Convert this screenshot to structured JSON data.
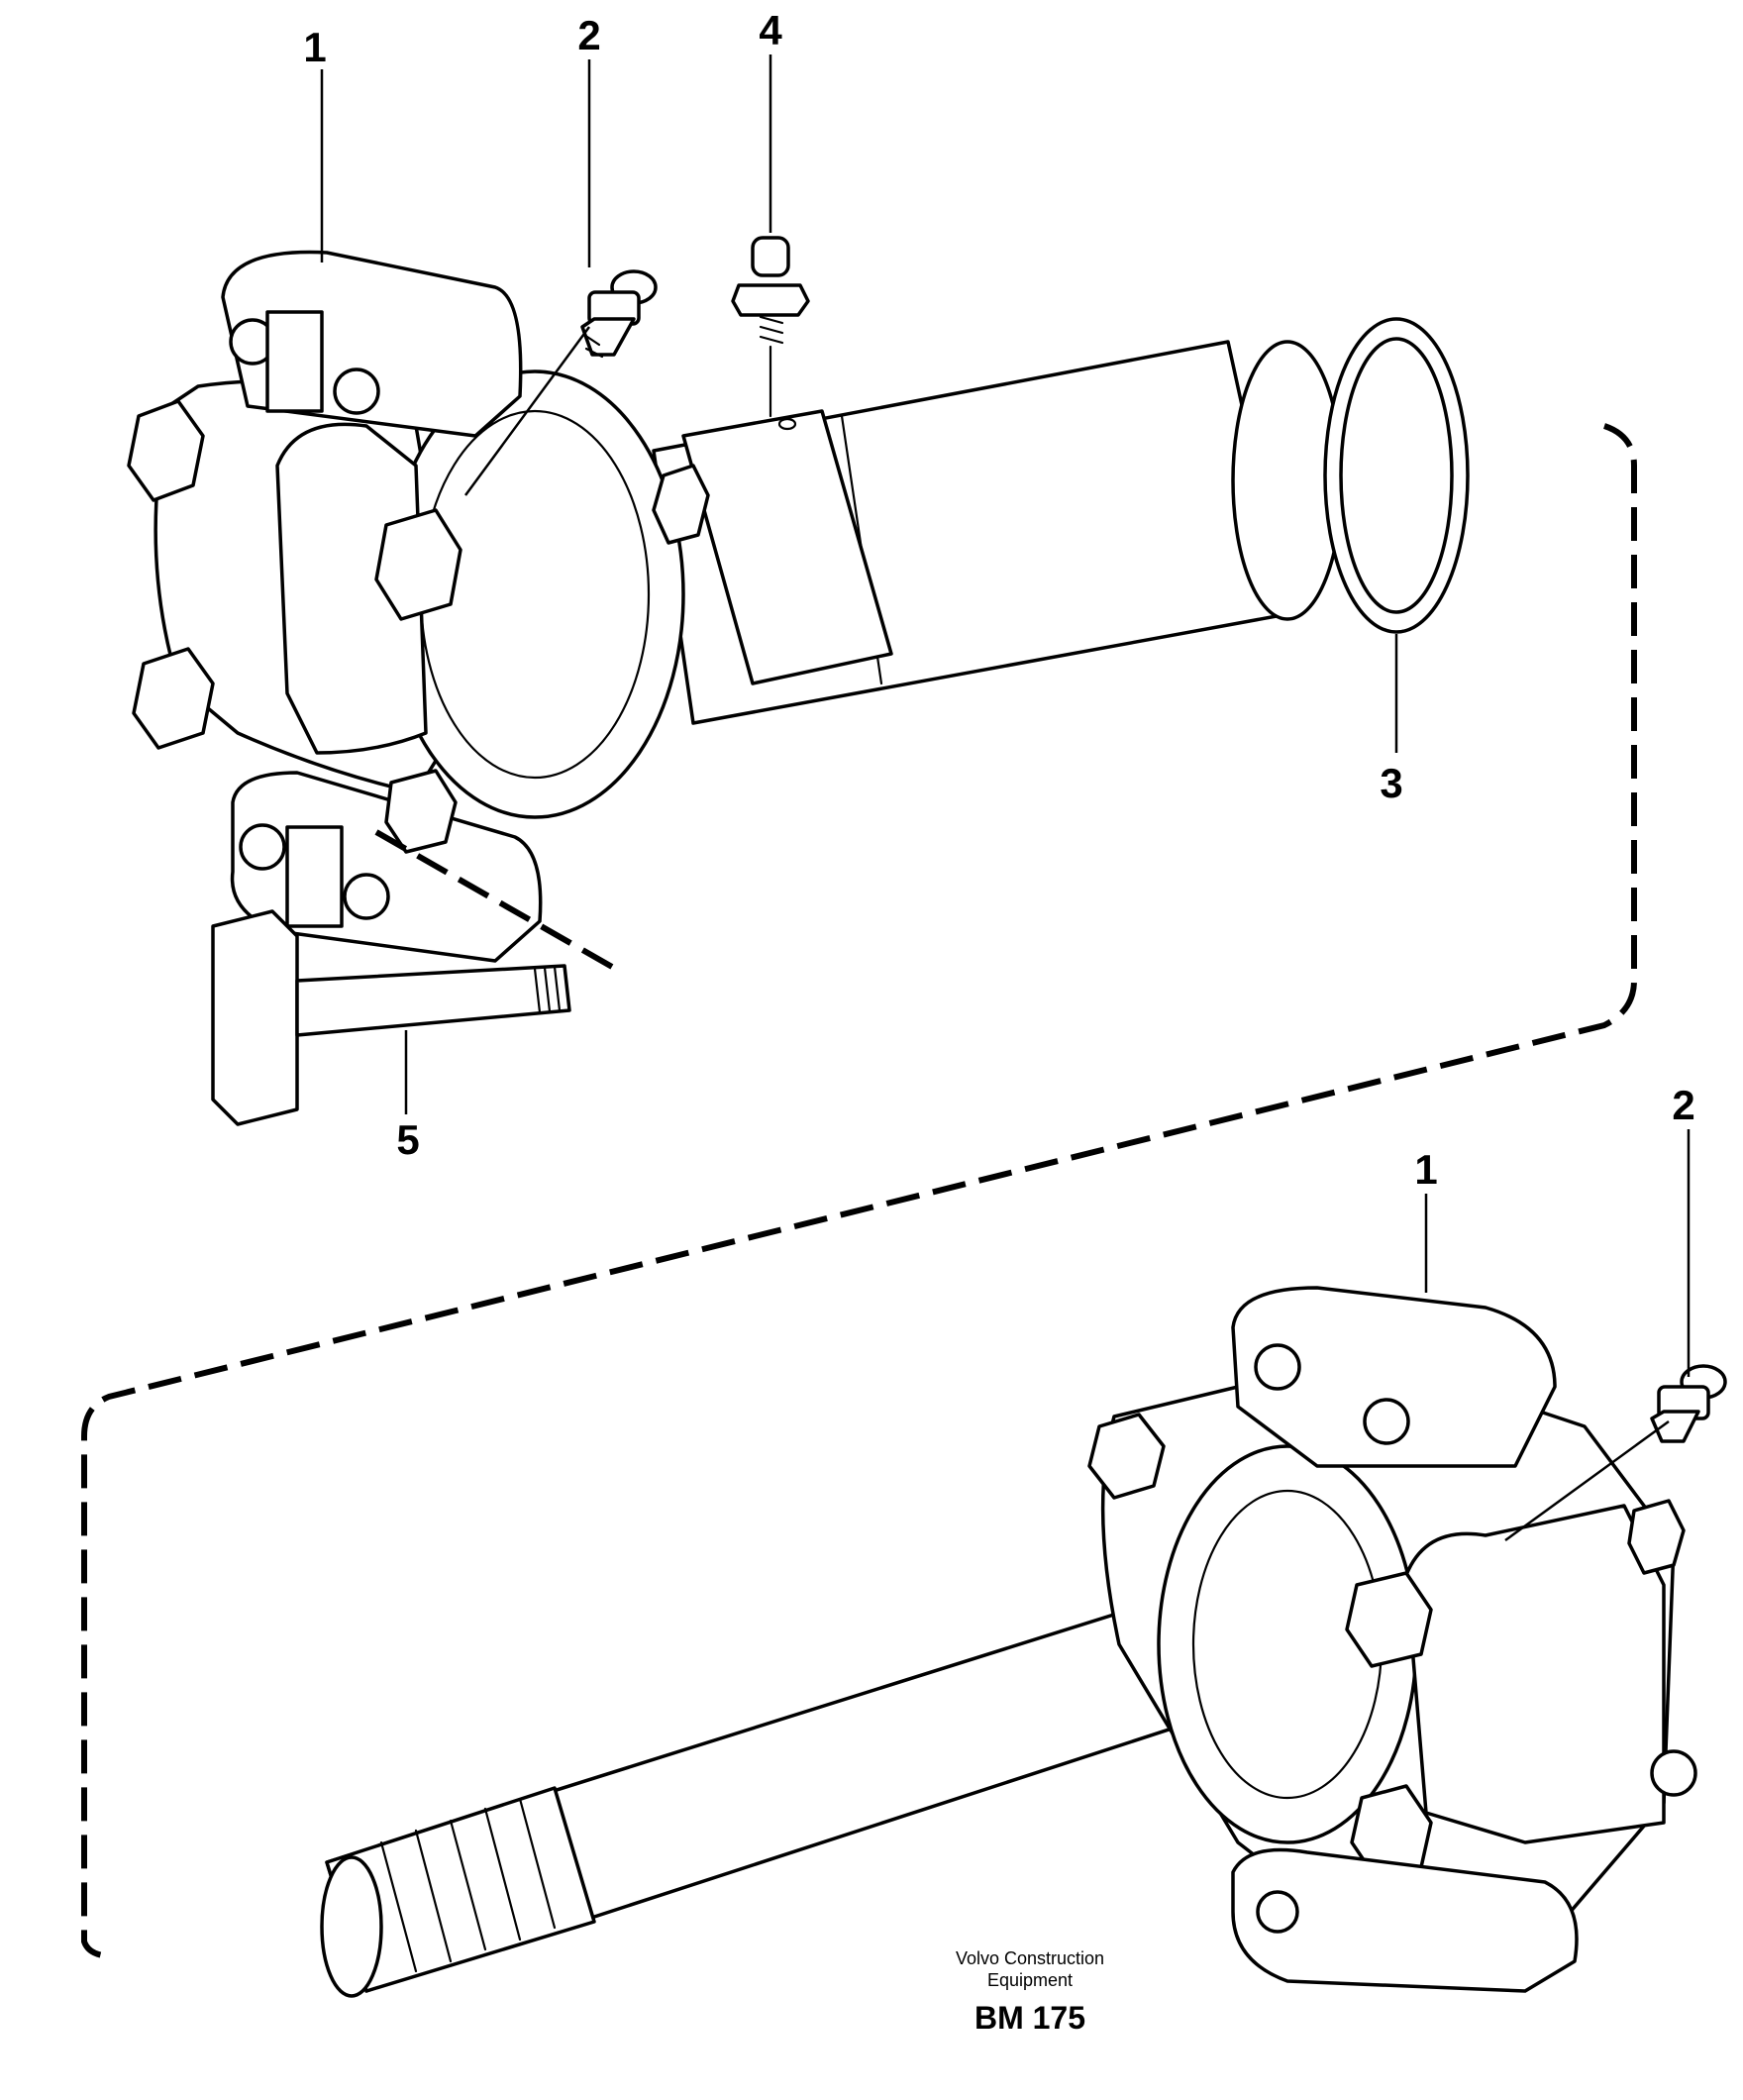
{
  "callouts": {
    "upper_1": "1",
    "upper_2": "2",
    "upper_3": "3",
    "upper_4": "4",
    "upper_5": "5",
    "lower_1": "1",
    "lower_2": "2"
  },
  "footer": {
    "brand_line1": "Volvo Construction",
    "brand_line2": "Equipment",
    "code": "BM 175"
  }
}
